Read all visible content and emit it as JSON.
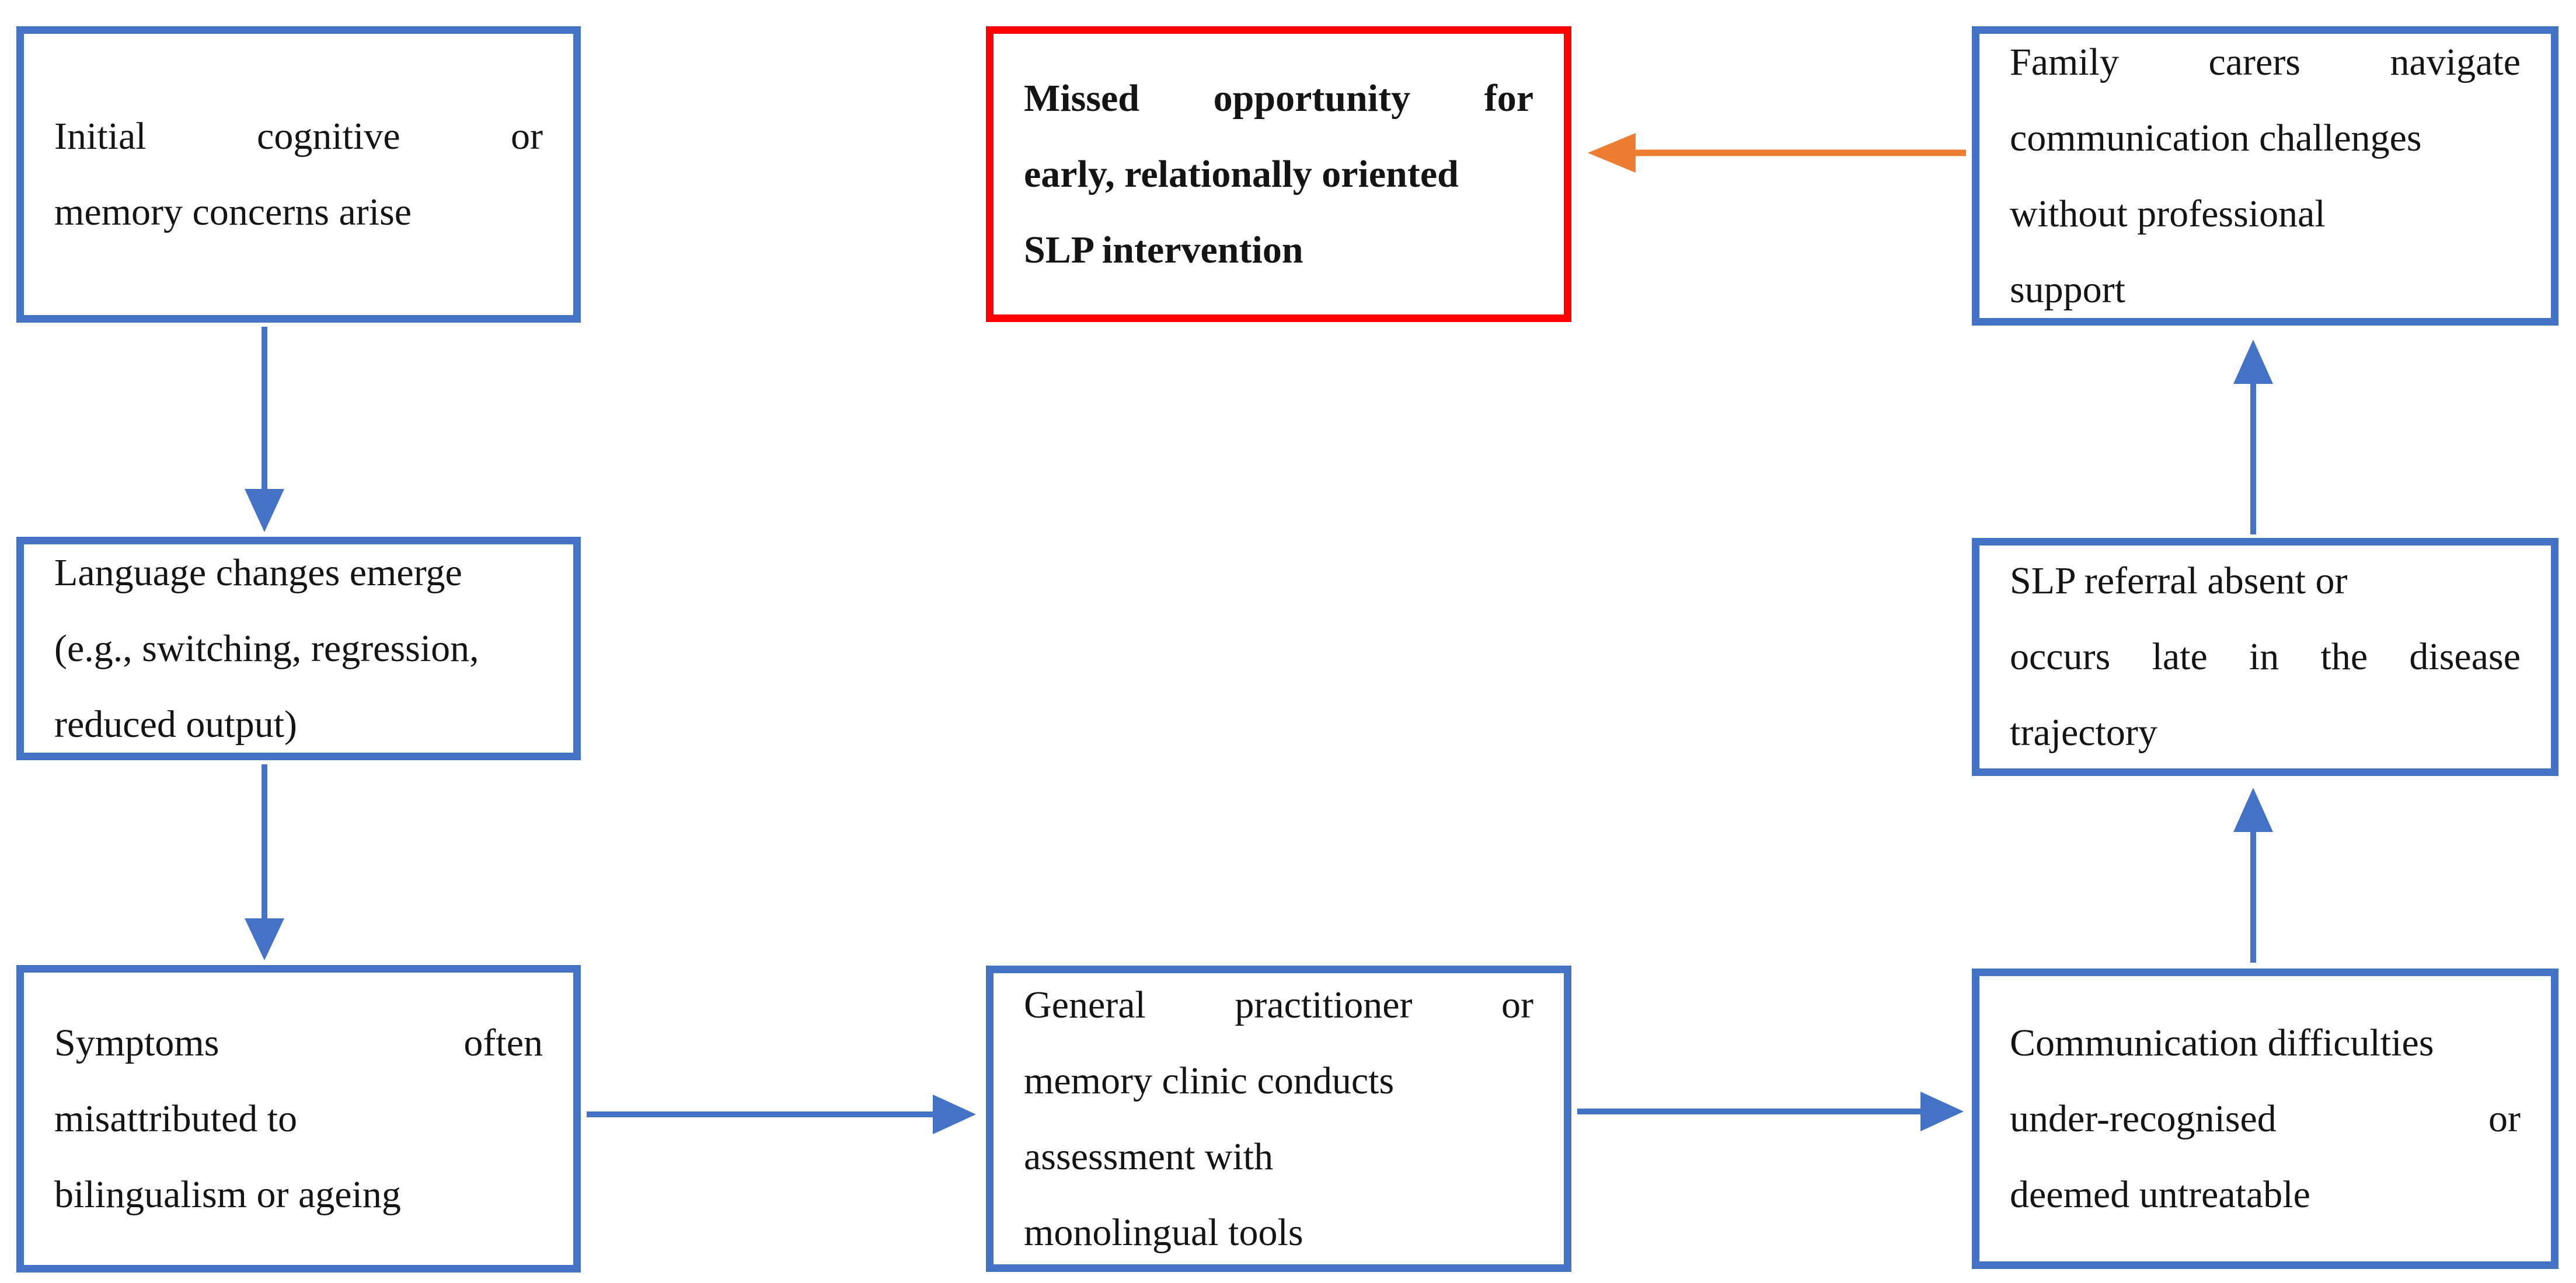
{
  "colors": {
    "box_border_blue": "#4472C4",
    "box_border_red": "#FF0000",
    "arrow_blue": "#4472C4",
    "arrow_orange": "#ED7D31",
    "text_color": "#141414",
    "background": "#FFFFFF"
  },
  "figure": {
    "boxes": {
      "initial_concerns": {
        "lines": [
          "Initial cognitive or",
          "memory concerns arise"
        ]
      },
      "language_changes": {
        "lines": [
          "Language changes emerge",
          "(e.g., switching, regression,",
          "reduced output)"
        ]
      },
      "symptoms_misattributed": {
        "lines": [
          "Symptoms often",
          "misattributed to",
          "bilingualism or ageing"
        ]
      },
      "gp_assessment": {
        "lines": [
          "General practitioner or",
          "memory clinic conducts",
          "assessment with",
          "monolingual tools"
        ]
      },
      "communication_difficulties": {
        "lines": [
          "Communication difficulties",
          "under-recognised or",
          "deemed untreatable"
        ]
      },
      "slp_referral": {
        "lines": [
          "SLP referral absent or",
          "occurs late in the disease",
          "trajectory"
        ]
      },
      "family_carers": {
        "lines": [
          "Family carers navigate",
          "communication challenges",
          "without professional",
          "support"
        ]
      },
      "missed_opportunity": {
        "lines": [
          "Missed opportunity for",
          "early, relationally oriented",
          "SLP intervention"
        ]
      }
    },
    "arrows": [
      {
        "from": "initial_concerns",
        "to": "language_changes",
        "direction": "down",
        "color": "#4472C4"
      },
      {
        "from": "language_changes",
        "to": "symptoms_misattributed",
        "direction": "down",
        "color": "#4472C4"
      },
      {
        "from": "symptoms_misattributed",
        "to": "gp_assessment",
        "direction": "right",
        "color": "#4472C4"
      },
      {
        "from": "gp_assessment",
        "to": "communication_difficulties",
        "direction": "right",
        "color": "#4472C4"
      },
      {
        "from": "communication_difficulties",
        "to": "slp_referral",
        "direction": "up",
        "color": "#4472C4"
      },
      {
        "from": "slp_referral",
        "to": "family_carers",
        "direction": "up",
        "color": "#4472C4"
      },
      {
        "from": "family_carers",
        "to": "missed_opportunity",
        "direction": "left",
        "color": "#ED7D31"
      }
    ]
  }
}
